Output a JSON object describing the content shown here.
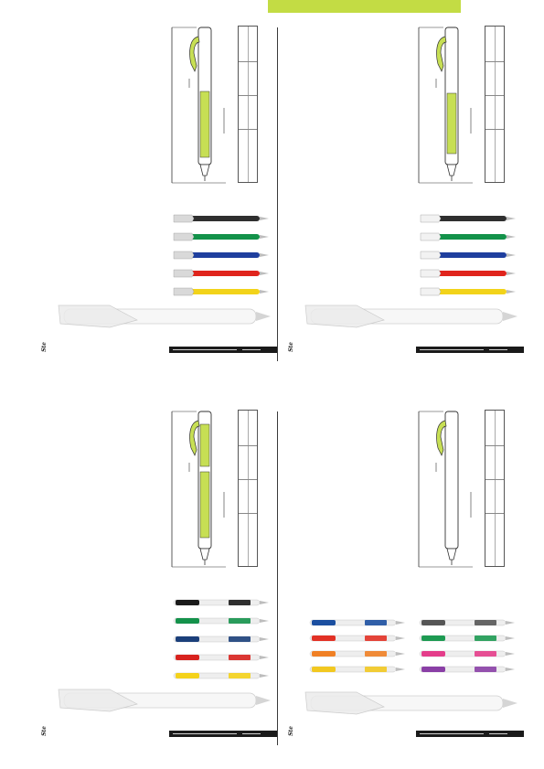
{
  "header": {
    "accent_color": "#c3dc44"
  },
  "panels": [
    {
      "brand": "Ste",
      "pen_colors": [
        "#2f2f2f",
        "#13924a",
        "#1f3f9e",
        "#e0241c",
        "#f2d31a"
      ],
      "layout": "stack",
      "finish": "transparent-clip"
    },
    {
      "brand": "Ste",
      "pen_colors": [
        "#2f2f2f",
        "#13924a",
        "#1f3f9e",
        "#e0241c",
        "#f2d31a"
      ],
      "layout": "stack",
      "finish": "white-clip"
    },
    {
      "brand": "Ste",
      "pen_colors": [
        "#1a1a1a",
        "#14924b",
        "#1b3f7a",
        "#d8221e",
        "#f4d21a"
      ],
      "layout": "stack",
      "finish": "band"
    },
    {
      "brand": "Ste",
      "pen_colors": [
        "#1b4fa0",
        "#e23125",
        "#f08024",
        "#f2c820",
        "#555555",
        "#1d9a52",
        "#e43d8a",
        "#8a3fa6"
      ],
      "layout": "grid",
      "finish": "frost"
    }
  ],
  "colors": {
    "print_area": "#c7df54",
    "line": "#333333"
  }
}
